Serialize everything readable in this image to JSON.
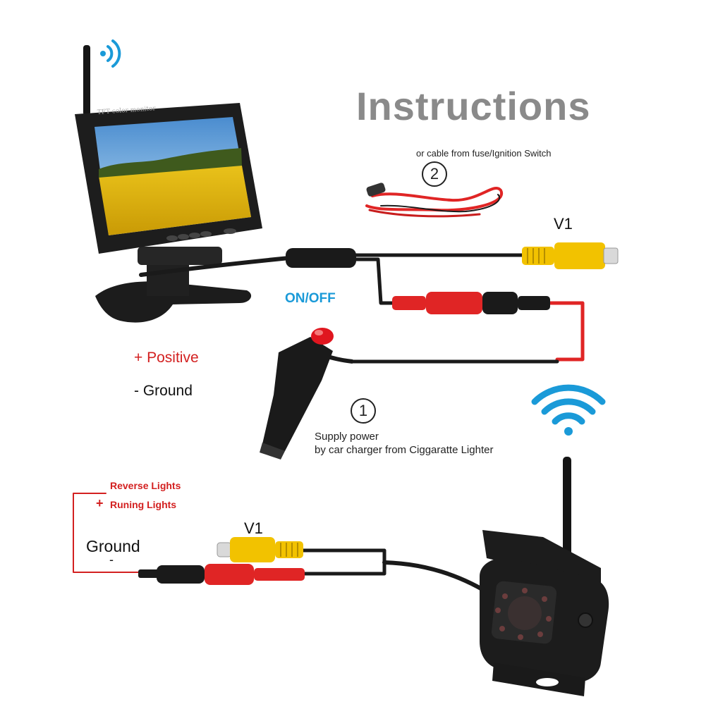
{
  "title": "Instructions",
  "step2": {
    "number": "2",
    "text": "or cable from fuse/Ignition Switch"
  },
  "step1": {
    "number": "1",
    "line1": "Supply power",
    "line2": "by car charger from Ciggaratte Lighter"
  },
  "switch_label": "ON/OFF",
  "legend": {
    "positive": "+ Positive",
    "ground": "- Ground"
  },
  "monitor": {
    "bezel_text": "TFT color monitor"
  },
  "top_connector": {
    "label": "V1"
  },
  "bottom": {
    "reverse_lights": "Reverse Lights",
    "running_plus": "+",
    "running_lights": "Runing Lights",
    "ground": "Ground",
    "ground_minus": "-",
    "v1": "V1"
  },
  "colors": {
    "title": "#8a8a8a",
    "positive_red": "#d32020",
    "switch_blue": "#1a9ad8",
    "wifi_blue": "#1a9ad8",
    "rca_yellow": "#f2c200",
    "cable_red": "#e02525",
    "cable_black": "#1a1a1a"
  },
  "icons": [
    "wifi-icon-monitor",
    "wifi-icon-camera",
    "monitor-image",
    "camera-image",
    "cigarette-plug-image",
    "red-cable-coil-image"
  ]
}
